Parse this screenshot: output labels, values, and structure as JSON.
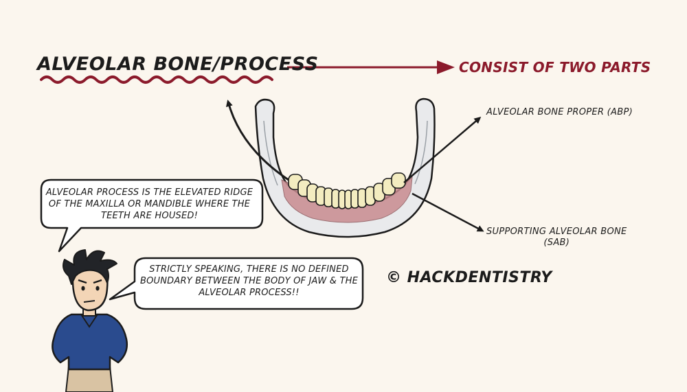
{
  "title": "ALVEOLAR BONE/PROCESS",
  "subtitle": "CONSIST OF TWO PARTS",
  "labels": {
    "abp": "ALVEOLAR BONE PROPER (ABP)",
    "sab_line1": "SUPPORTING ALVEOLAR BONE",
    "sab_line2": "(SAB)"
  },
  "bubbles": {
    "definition": "ALVEOLAR PROCESS IS THE ELEVATED RIDGE OF THE MAXILLA OR MANDIBLE WHERE THE TEETH ARE HOUSED!",
    "boundary": "STRICTLY SPEAKING, THERE IS NO DEFINED BOUNDARY BETWEEN THE BODY OF JAW & THE ALVEOLAR PROCESS!!"
  },
  "copyright": "© HACKDENTISTRY",
  "colors": {
    "background": "#fbf6ee",
    "accent": "#8b1a2b",
    "bone": "#e9eaec",
    "gum": "#c98c90",
    "tooth": "#f3ecc0",
    "shirt": "#2a4b8e",
    "hair": "#222428",
    "skin": "#f3d5b6",
    "pants": "#d9c3a3"
  }
}
